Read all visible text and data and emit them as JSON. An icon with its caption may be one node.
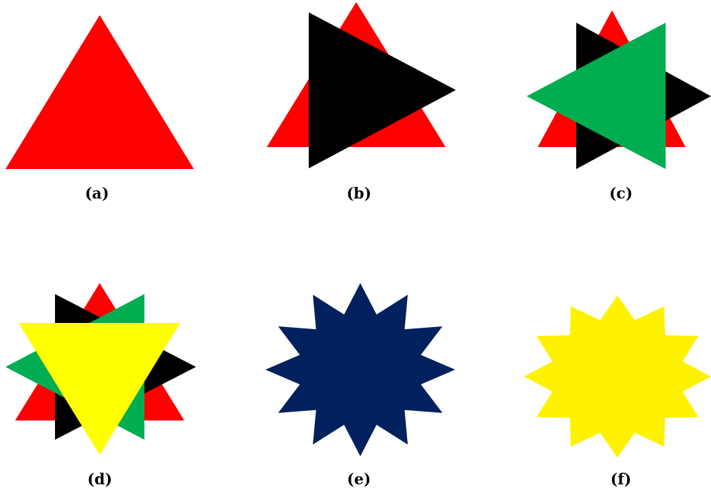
{
  "diagram": {
    "labels": [
      "(a)",
      "(b)",
      "(c)",
      "(d)",
      "(e)",
      "(f)"
    ]
  }
}
